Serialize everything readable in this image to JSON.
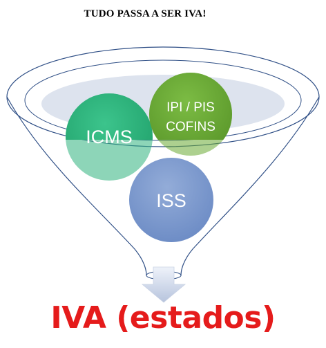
{
  "title": "TUDO PASSA A SER IVA!",
  "taxes": {
    "icms": "ICMS",
    "ipi_pis_line1": "IPI / PIS",
    "ipi_pis_line2": "COFINS",
    "iss": "ISS"
  },
  "result": "IVA (estados)",
  "colors": {
    "icms": "#2fb27d",
    "ipi_pis_cofins": "#6aaa33",
    "iss": "#7b98cc",
    "funnel_outline": "#2f4f86",
    "funnel_rim_fill": "#dde3ee",
    "result_text": "#e51b1b"
  }
}
